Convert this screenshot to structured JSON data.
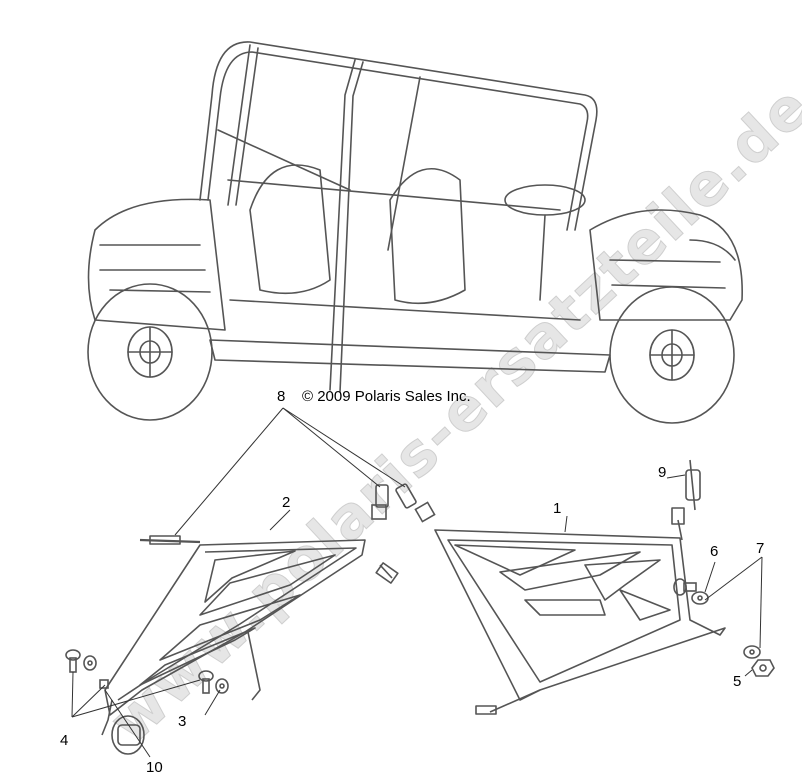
{
  "copyright": "© 2009 Polaris Sales Inc.",
  "watermark": "www.polaris-ersatzteile.de",
  "callouts": {
    "c1": "1",
    "c2": "2",
    "c3": "3",
    "c4": "4",
    "c5": "5",
    "c6": "6",
    "c7": "7",
    "c8": "8",
    "c9": "9",
    "c10": "10"
  },
  "colors": {
    "line": "#555555",
    "watermark": "#e6e6e6"
  }
}
